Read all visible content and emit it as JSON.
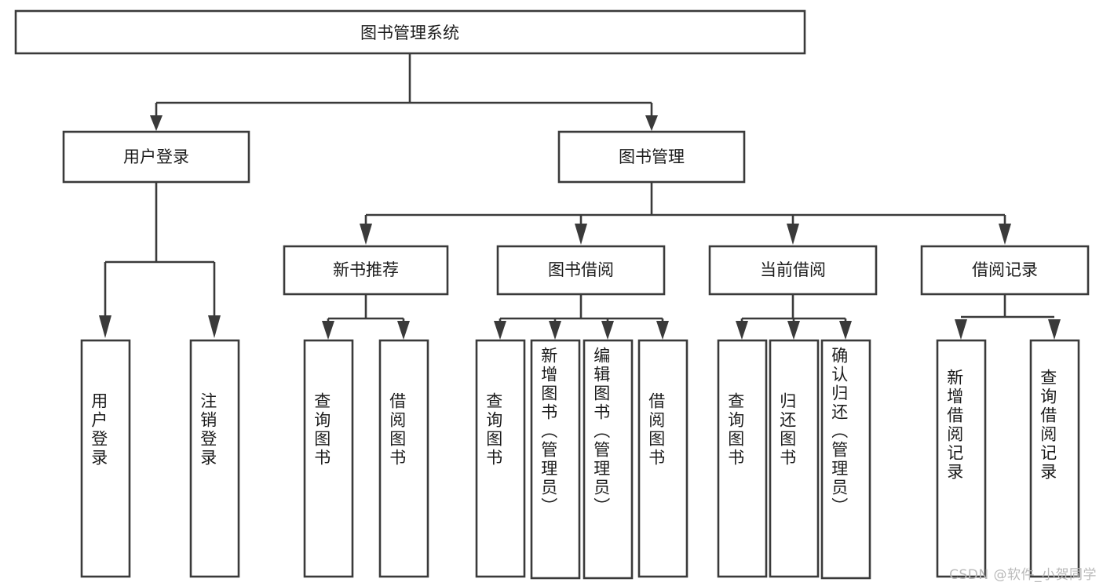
{
  "diagram": {
    "title": "图书管理系统",
    "type": "tree",
    "orientation": "top-down",
    "colors": {
      "box_stroke": "#3a3a3a",
      "box_fill": "#ffffff",
      "text": "#1c1c1c",
      "background": "#ffffff",
      "watermark": "#b9b9b9"
    },
    "root": {
      "id": "root",
      "label": "图书管理系统",
      "text_direction": "horizontal"
    },
    "level2": [
      {
        "id": "user-login",
        "label": "用户登录",
        "text_direction": "horizontal"
      },
      {
        "id": "book-manage",
        "label": "图书管理",
        "text_direction": "horizontal"
      }
    ],
    "level3": [
      {
        "id": "new-book-recommend",
        "label": "新书推荐",
        "parent": "book-manage",
        "text_direction": "horizontal"
      },
      {
        "id": "book-borrow",
        "label": "图书借阅",
        "parent": "book-manage",
        "text_direction": "horizontal"
      },
      {
        "id": "current-borrow",
        "label": "当前借阅",
        "parent": "book-manage",
        "text_direction": "horizontal"
      },
      {
        "id": "borrow-record",
        "label": "借阅记录",
        "parent": "book-manage",
        "text_direction": "horizontal"
      }
    ],
    "leaves": [
      {
        "id": "leaf-user-login",
        "label": "用户登录",
        "parent": "user-login",
        "text_direction": "vertical"
      },
      {
        "id": "leaf-logout-login",
        "label": "注销登录",
        "parent": "user-login",
        "text_direction": "vertical"
      },
      {
        "id": "leaf-query-book-1",
        "label": "查询图书",
        "parent": "new-book-recommend",
        "text_direction": "vertical"
      },
      {
        "id": "leaf-borrow-book-1",
        "label": "借阅图书",
        "parent": "new-book-recommend",
        "text_direction": "vertical"
      },
      {
        "id": "leaf-query-book-2",
        "label": "查询图书",
        "parent": "book-borrow",
        "text_direction": "vertical"
      },
      {
        "id": "leaf-add-book",
        "label": "新增图书（管理员）",
        "parent": "book-borrow",
        "text_direction": "vertical"
      },
      {
        "id": "leaf-edit-book",
        "label": "编辑图书（管理员）",
        "parent": "book-borrow",
        "text_direction": "vertical"
      },
      {
        "id": "leaf-borrow-book-2",
        "label": "借阅图书",
        "parent": "book-borrow",
        "text_direction": "vertical"
      },
      {
        "id": "leaf-query-book-3",
        "label": "查询图书",
        "parent": "current-borrow",
        "text_direction": "vertical"
      },
      {
        "id": "leaf-return-book",
        "label": "归还图书",
        "parent": "current-borrow",
        "text_direction": "vertical"
      },
      {
        "id": "leaf-confirm-return",
        "label": "确认归还（管理员）",
        "parent": "current-borrow",
        "text_direction": "vertical"
      },
      {
        "id": "leaf-add-borrow-record",
        "label": "新增借阅记录",
        "parent": "borrow-record",
        "text_direction": "vertical"
      },
      {
        "id": "leaf-query-borrow-record",
        "label": "查询借阅记录",
        "parent": "borrow-record",
        "text_direction": "vertical"
      }
    ],
    "watermark": "CSDN @软件_小贺同学"
  }
}
